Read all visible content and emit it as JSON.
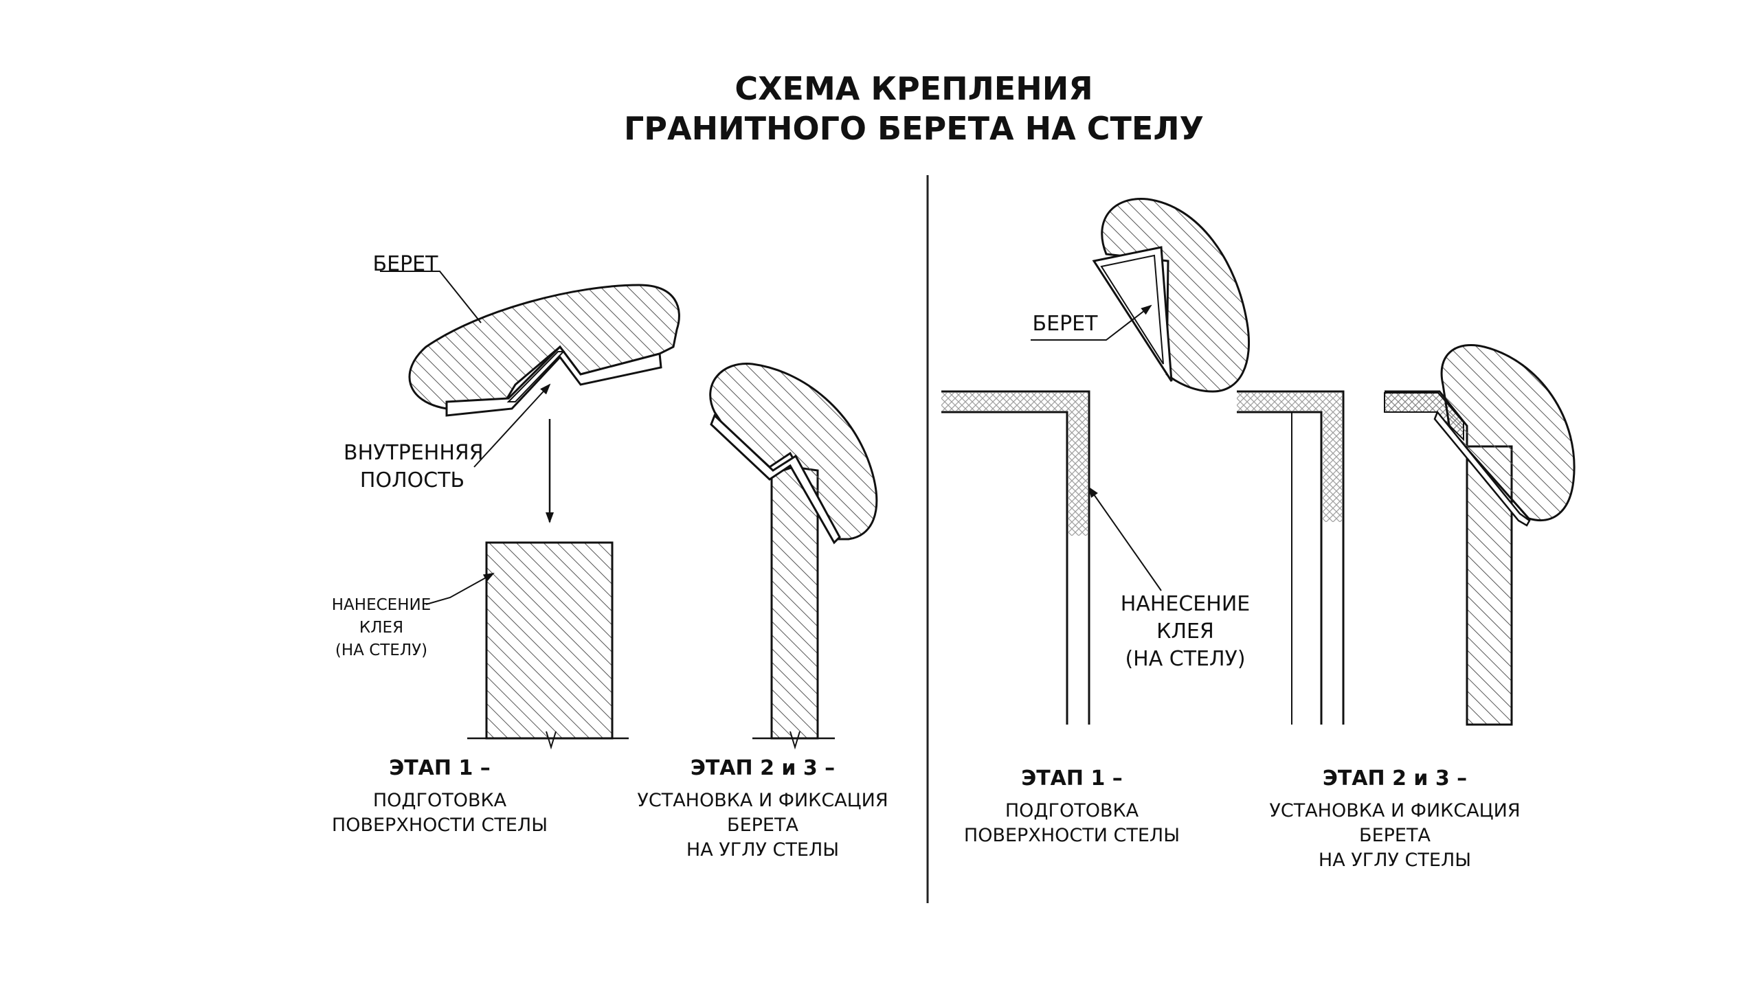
{
  "title": {
    "line1": "СХЕМА КРЕПЛЕНИЯ",
    "line2": "ГРАНИТНОГО БЕРЕТА НА СТЕЛУ"
  },
  "left_panel": {
    "label_beret": "БЕРЕТ",
    "label_cavity_1": "ВНУТРЕННЯЯ",
    "label_cavity_2": "ПОЛОСТЬ",
    "label_glue_1": "НАНЕСЕНИЕ КЛЕЯ",
    "label_glue_2": "(НА СТЕЛУ)",
    "stage1": {
      "heading": "ЭТАП 1 –",
      "line1": "ПОДГОТОВКА",
      "line2": "ПОВЕРХНОСТИ СТЕЛЫ"
    },
    "stage2": {
      "heading": "ЭТАП 2 и 3 –",
      "line1": "УСТАНОВКА И ФИКСАЦИЯ БЕРЕТА",
      "line2": "НА УГЛУ СТЕЛЫ"
    }
  },
  "right_panel": {
    "label_beret": "БЕРЕТ",
    "label_glue_1": "НАНЕСЕНИЕ КЛЕЯ",
    "label_glue_2": "(НА СТЕЛУ)",
    "stage1": {
      "heading": "ЭТАП 1 –",
      "line1": "ПОДГОТОВКА",
      "line2": "ПОВЕРХНОСТИ СТЕЛЫ"
    },
    "stage2": {
      "heading": "ЭТАП 2 и 3 –",
      "line1": "УСТАНОВКА И ФИКСАЦИЯ БЕРЕТА",
      "line2": "НА УГЛУ СТЕЛЫ"
    }
  },
  "colors": {
    "ink": "#111111",
    "hatch": "#555555",
    "glue": "#cfcfcf"
  }
}
